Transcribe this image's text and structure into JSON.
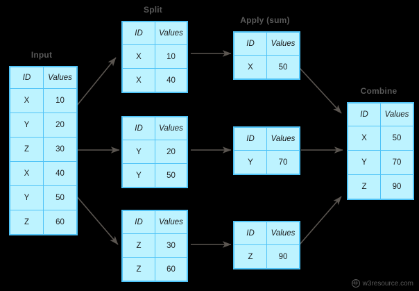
{
  "diagram": {
    "title_input": "Input",
    "title_split": "Split",
    "title_apply": "Apply (sum)",
    "title_combine": "Combine",
    "columns": [
      "ID",
      "Values"
    ],
    "colors": {
      "background": "#000000",
      "cell_fill": "#BDF3FF",
      "cell_border": "#4FC3F7",
      "label_text": "#595959",
      "arrow": "#5a5550"
    },
    "input_table": {
      "headers": [
        "ID",
        "Values"
      ],
      "rows": [
        [
          "X",
          "10"
        ],
        [
          "Y",
          "20"
        ],
        [
          "Z",
          "30"
        ],
        [
          "X",
          "40"
        ],
        [
          "Y",
          "50"
        ],
        [
          "Z",
          "60"
        ]
      ]
    },
    "split_tables": [
      {
        "headers": [
          "ID",
          "Values"
        ],
        "rows": [
          [
            "X",
            "10"
          ],
          [
            "X",
            "40"
          ]
        ]
      },
      {
        "headers": [
          "ID",
          "Values"
        ],
        "rows": [
          [
            "Y",
            "20"
          ],
          [
            "Y",
            "50"
          ]
        ]
      },
      {
        "headers": [
          "ID",
          "Values"
        ],
        "rows": [
          [
            "Z",
            "30"
          ],
          [
            "Z",
            "60"
          ]
        ]
      }
    ],
    "apply_tables": [
      {
        "headers": [
          "ID",
          "Values"
        ],
        "rows": [
          [
            "X",
            "50"
          ]
        ]
      },
      {
        "headers": [
          "ID",
          "Values"
        ],
        "rows": [
          [
            "Y",
            "70"
          ]
        ]
      },
      {
        "headers": [
          "ID",
          "Values"
        ],
        "rows": [
          [
            "Z",
            "90"
          ]
        ]
      }
    ],
    "combine_table": {
      "headers": [
        "ID",
        "Values"
      ],
      "rows": [
        [
          "X",
          "50"
        ],
        [
          "Y",
          "70"
        ],
        [
          "Z",
          "90"
        ]
      ]
    }
  },
  "watermark": {
    "text": "w3resource.com",
    "icon": "globe-icon"
  }
}
